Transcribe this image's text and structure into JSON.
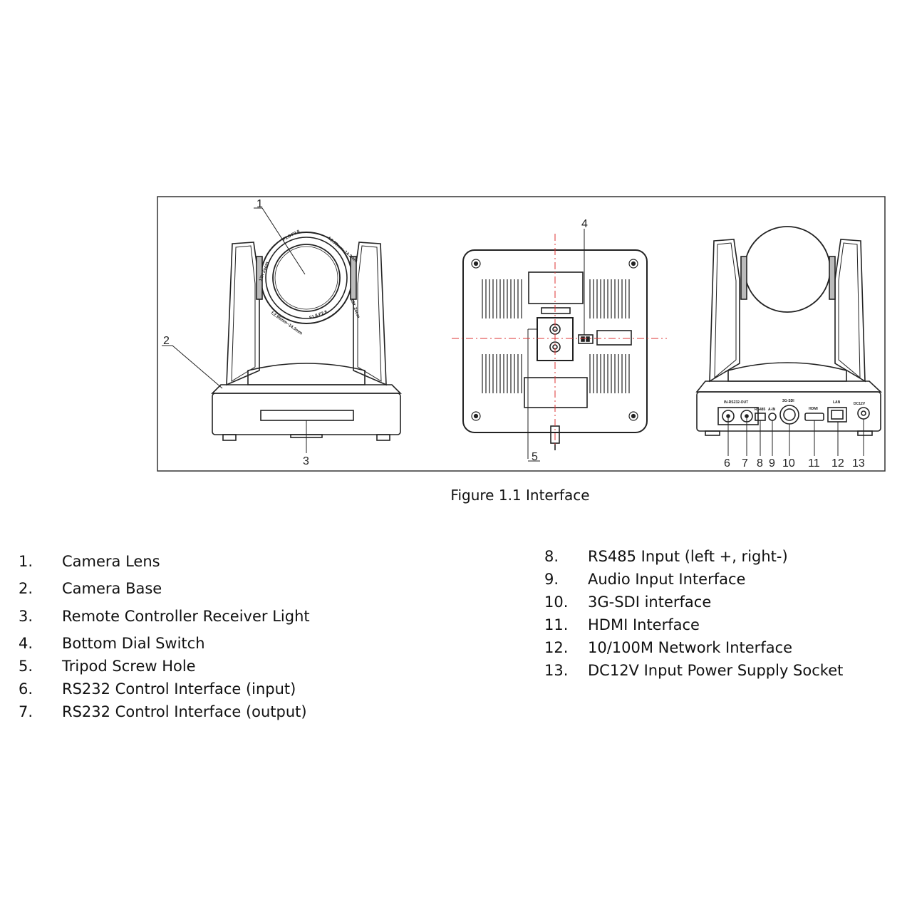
{
  "figure": {
    "caption": "Figure 1.1 Interface",
    "callouts": [
      "1",
      "2",
      "3",
      "4",
      "5",
      "6",
      "7",
      "8",
      "9",
      "10",
      "11",
      "12",
      "13"
    ],
    "lens_ring_text": [
      "F1.8-F2.8",
      "f:2.95mm~14.3mm",
      "12X Zoom"
    ],
    "port_labels": {
      "rs232": "IN-RS232-OUT",
      "rs485": "RS485",
      "audio": "A-IN",
      "sdi": "3G-SDI",
      "hdmi": "HDMI",
      "lan": "LAN",
      "dc": "DC12V"
    }
  },
  "legend_left": [
    {
      "num": "1.",
      "text": "Camera Lens"
    },
    {
      "num": "2.",
      "text": "Camera Base"
    },
    {
      "num": "3.",
      "text": "Remote Controller Receiver Light"
    },
    {
      "num": "4.",
      "text": "Bottom Dial Switch"
    },
    {
      "num": "5.",
      "text": "Tripod Screw Hole"
    },
    {
      "num": "6.",
      "text": "RS232 Control Interface (input)"
    },
    {
      "num": "7.",
      "text": "RS232 Control Interface (output)"
    }
  ],
  "legend_right": [
    {
      "num": "8.",
      "text": "RS485 Input (left +, right-)"
    },
    {
      "num": "9.",
      "text": "Audio Input Interface"
    },
    {
      "num": "10.",
      "text": "3G-SDI interface"
    },
    {
      "num": "11.",
      "text": "HDMI Interface"
    },
    {
      "num": "12.",
      "text": "10/100M Network Interface"
    },
    {
      "num": "13.",
      "text": "DC12V Input Power Supply Socket"
    }
  ]
}
